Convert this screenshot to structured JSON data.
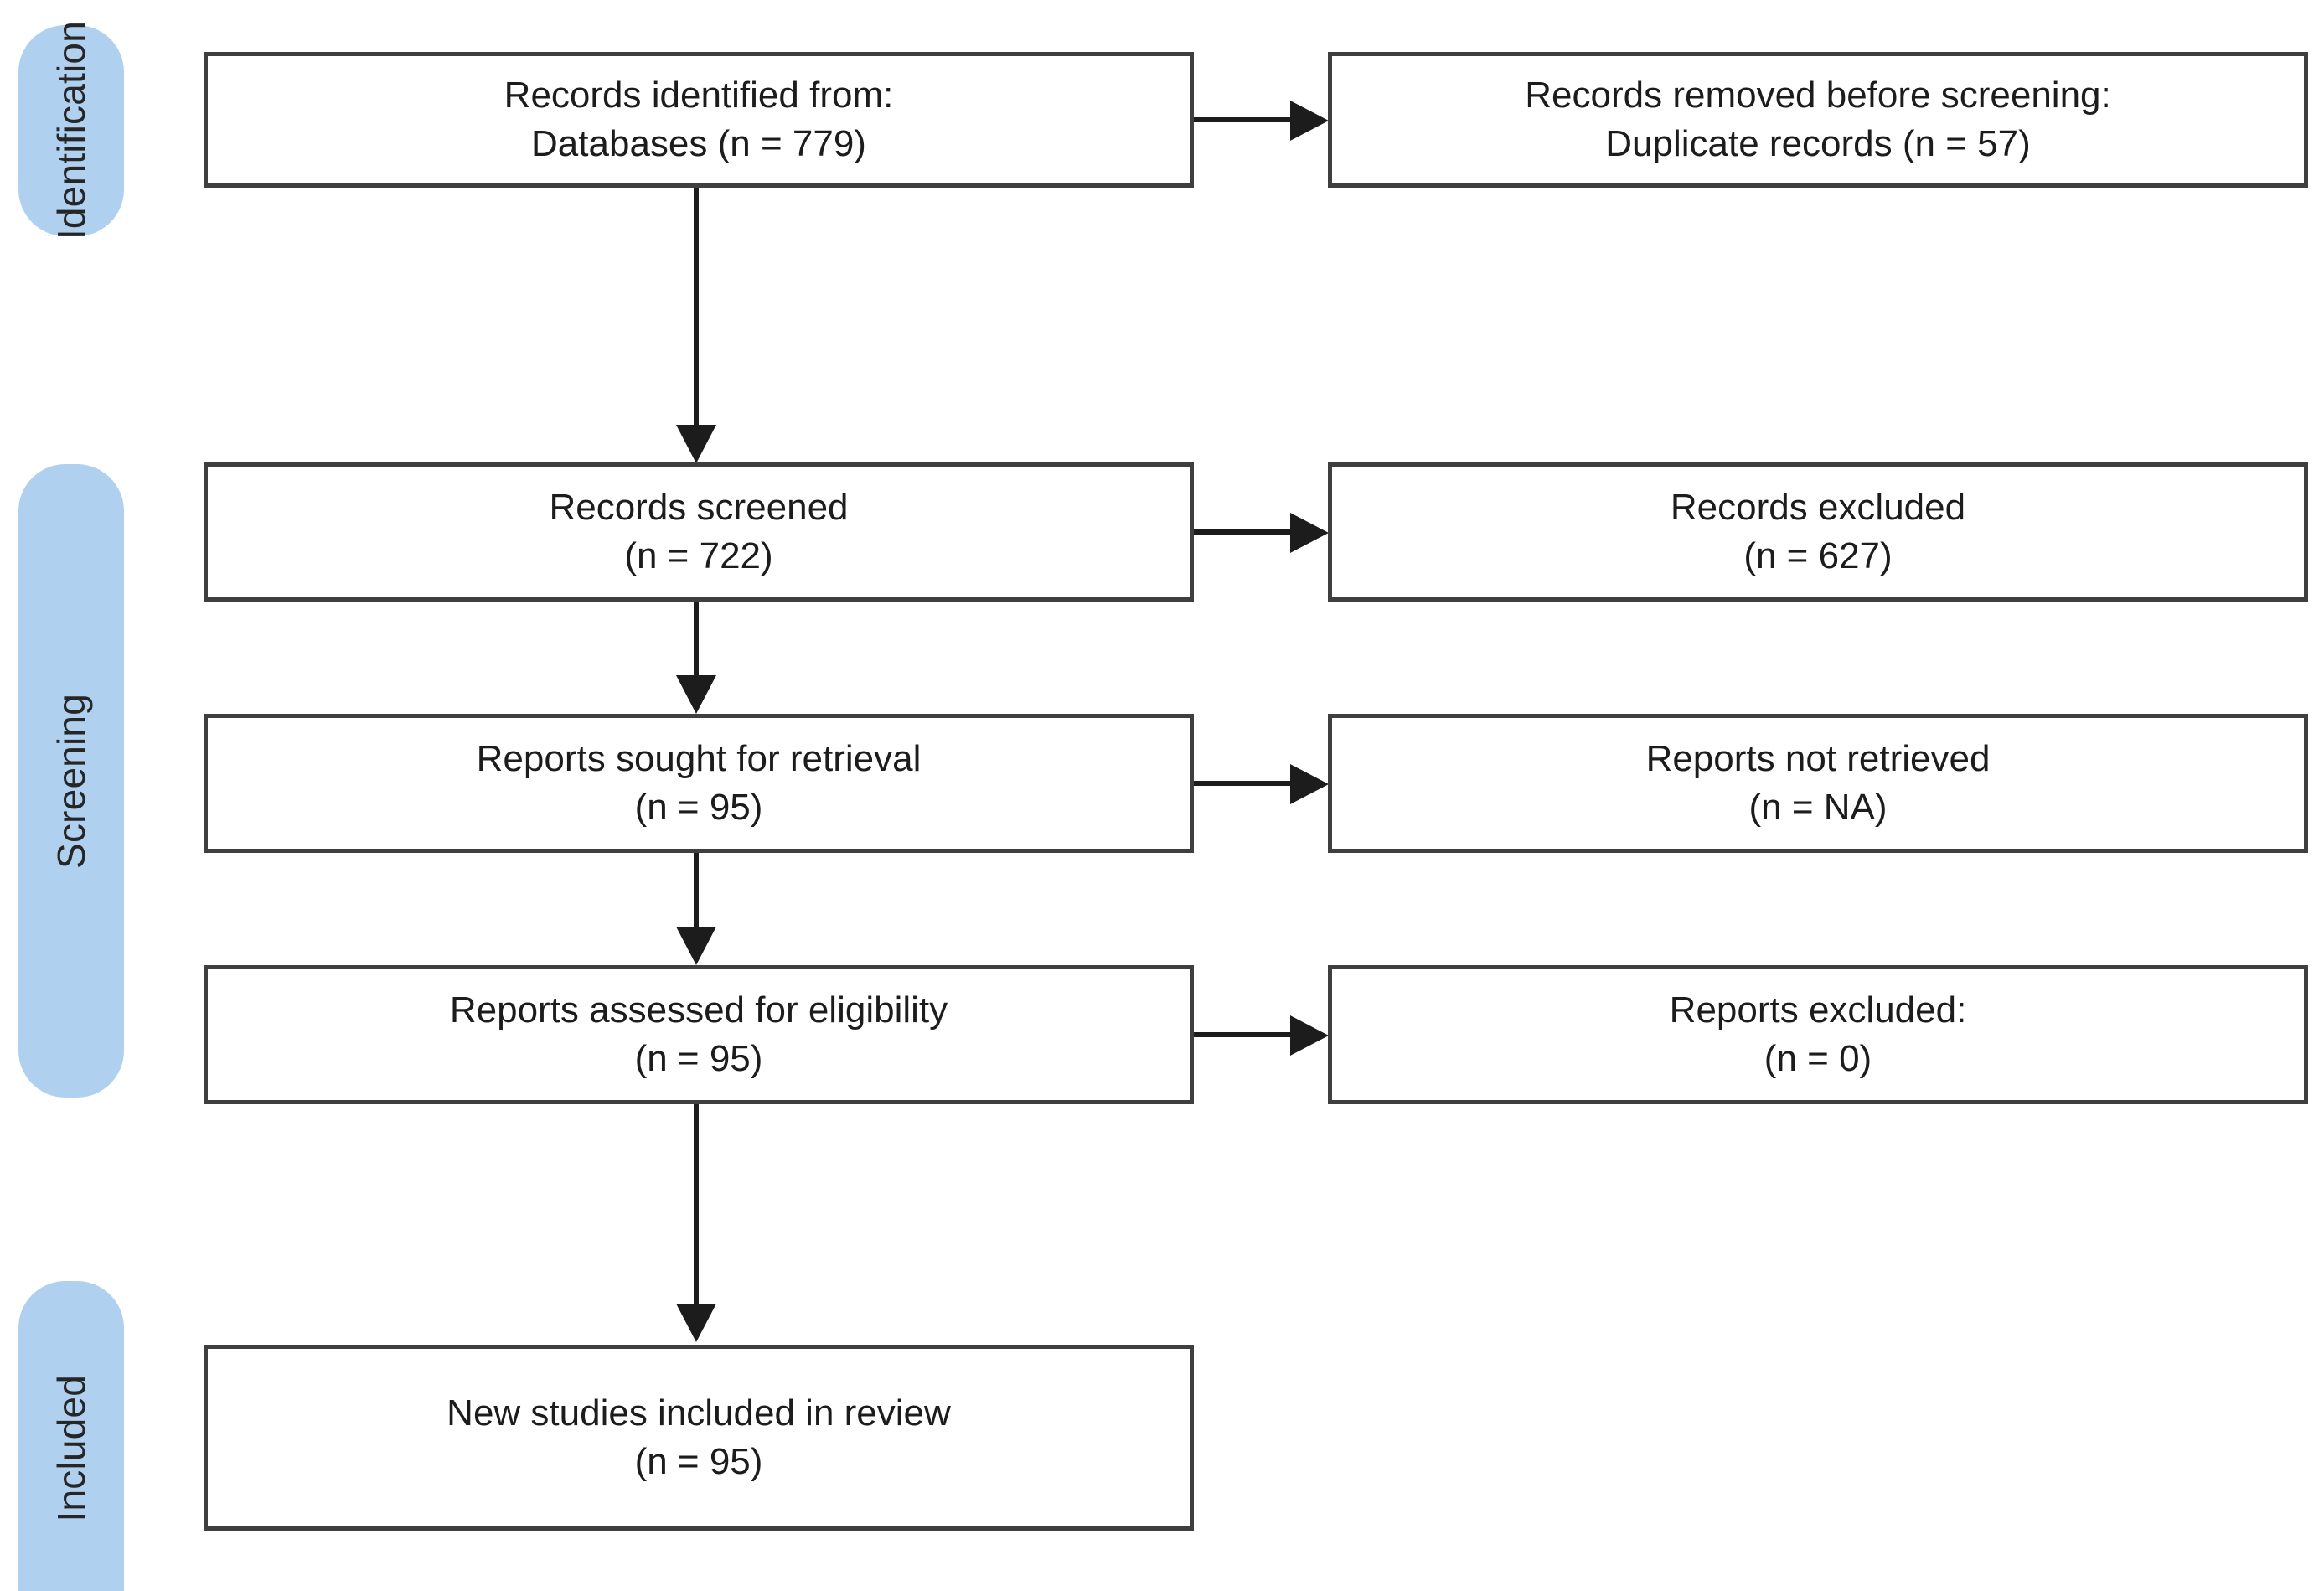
{
  "diagram": {
    "type": "prisma-flow-diagram",
    "accent_color": "#b0d0f0",
    "line_color": "#1c1c1c",
    "box_border_color": "#3f3f3f",
    "background_color": "#ffffff"
  },
  "stages": [
    {
      "id": "identification",
      "label": "Identification"
    },
    {
      "id": "screening",
      "label": "Screening"
    },
    {
      "id": "included",
      "label": "Included"
    }
  ],
  "boxes": {
    "identified": {
      "line1": "Records identified from:",
      "line2": "Databases (n = 779)"
    },
    "removed": {
      "line1": "Records removed before screening:",
      "line2": "Duplicate records (n = 57)"
    },
    "screened": {
      "line1": "Records screened",
      "line2": "(n = 722)"
    },
    "records_excluded": {
      "line1": "Records excluded",
      "line2": "(n = 627)"
    },
    "sought": {
      "line1": "Reports sought for retrieval",
      "line2": "(n = 95)"
    },
    "not_retrieved": {
      "line1": "Reports not retrieved",
      "line2": "(n = NA)"
    },
    "assessed": {
      "line1": "Reports assessed for eligibility",
      "line2": "(n = 95)"
    },
    "reports_excluded": {
      "line1": "Reports excluded:",
      "line2": "(n = 0)"
    },
    "included": {
      "line1": "New studies included in review",
      "line2": "(n = 95)"
    }
  },
  "counts": {
    "records_identified_databases": 779,
    "duplicate_records_removed": 57,
    "records_screened": 722,
    "records_excluded": 627,
    "reports_sought_for_retrieval": 95,
    "reports_not_retrieved": "NA",
    "reports_assessed_for_eligibility": 95,
    "reports_excluded": 0,
    "new_studies_included_in_review": 95
  }
}
